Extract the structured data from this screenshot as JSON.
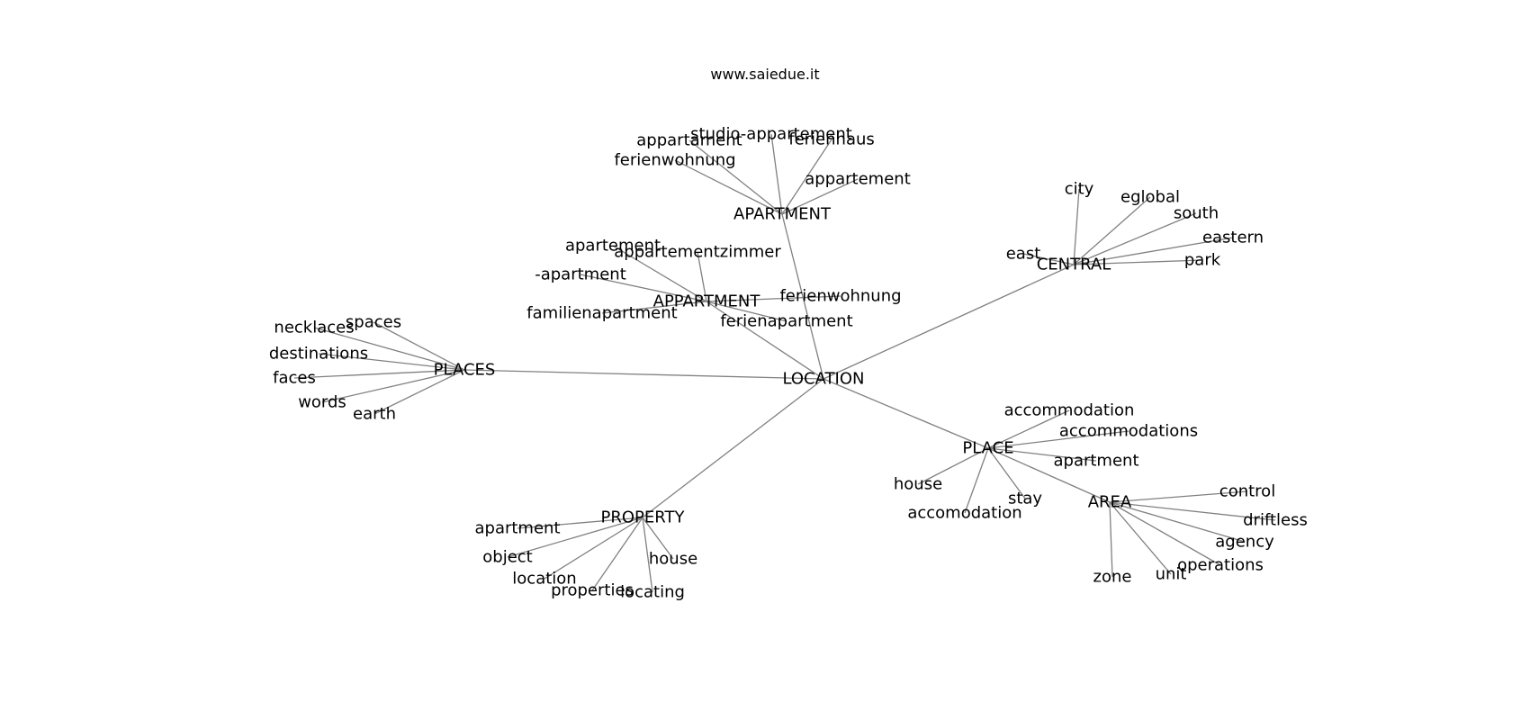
{
  "title": "www.saiedue.it",
  "colors": {
    "edge": "#808080",
    "text": "#000000",
    "background": "#ffffff"
  },
  "nodes": [
    {
      "id": "LOCATION",
      "label": "LOCATION"
    },
    {
      "id": "APARTMENT",
      "label": "APARTMENT"
    },
    {
      "id": "APPARTMENT",
      "label": "APPARTMENT"
    },
    {
      "id": "CENTRAL",
      "label": "CENTRAL"
    },
    {
      "id": "PLACES",
      "label": "PLACES"
    },
    {
      "id": "PLACE",
      "label": "PLACE"
    },
    {
      "id": "AREA",
      "label": "AREA"
    },
    {
      "id": "PROPERTY",
      "label": "PROPERTY"
    },
    {
      "id": "ap_studio",
      "label": "studio-appartement"
    },
    {
      "id": "ap_appartament",
      "label": "appartament"
    },
    {
      "id": "ap_ferienhaus",
      "label": "ferienhaus"
    },
    {
      "id": "ap_ferienwohnung",
      "label": "ferienwohnung"
    },
    {
      "id": "ap_appartement",
      "label": "appartement"
    },
    {
      "id": "app_apartement",
      "label": "apartement"
    },
    {
      "id": "app_zimmer",
      "label": "appartementzimmer"
    },
    {
      "id": "app_dash",
      "label": "-apartment"
    },
    {
      "id": "app_familien",
      "label": "familienapartment"
    },
    {
      "id": "app_ferienwohnung",
      "label": "ferienwohnung"
    },
    {
      "id": "app_ferienapartment",
      "label": "ferienapartment"
    },
    {
      "id": "c_city",
      "label": "city"
    },
    {
      "id": "c_eglobal",
      "label": "eglobal"
    },
    {
      "id": "c_south",
      "label": "south"
    },
    {
      "id": "c_eastern",
      "label": "eastern"
    },
    {
      "id": "c_east",
      "label": "east"
    },
    {
      "id": "c_park",
      "label": "park"
    },
    {
      "id": "p_necklaces",
      "label": "necklaces"
    },
    {
      "id": "p_spaces",
      "label": "spaces"
    },
    {
      "id": "p_destinations",
      "label": "destinations"
    },
    {
      "id": "p_faces",
      "label": "faces"
    },
    {
      "id": "p_words",
      "label": "words"
    },
    {
      "id": "p_earth",
      "label": "earth"
    },
    {
      "id": "pl_accommodation",
      "label": "accommodation"
    },
    {
      "id": "pl_accommodations",
      "label": "accommodations"
    },
    {
      "id": "pl_apartment",
      "label": "apartment"
    },
    {
      "id": "pl_house",
      "label": "house"
    },
    {
      "id": "pl_stay",
      "label": "stay"
    },
    {
      "id": "pl_accomodation",
      "label": "accomodation"
    },
    {
      "id": "ar_control",
      "label": "control"
    },
    {
      "id": "ar_driftless",
      "label": "driftless"
    },
    {
      "id": "ar_agency",
      "label": "agency"
    },
    {
      "id": "ar_operations",
      "label": "operations"
    },
    {
      "id": "ar_unit",
      "label": "unit"
    },
    {
      "id": "ar_zone",
      "label": "zone"
    },
    {
      "id": "pr_apartment",
      "label": "apartment"
    },
    {
      "id": "pr_object",
      "label": "object"
    },
    {
      "id": "pr_location",
      "label": "location"
    },
    {
      "id": "pr_properties",
      "label": "properties"
    },
    {
      "id": "pr_locating",
      "label": "locating"
    },
    {
      "id": "pr_house",
      "label": "house"
    }
  ],
  "edges": [
    [
      "LOCATION",
      "APARTMENT"
    ],
    [
      "LOCATION",
      "APPARTMENT"
    ],
    [
      "LOCATION",
      "CENTRAL"
    ],
    [
      "LOCATION",
      "PLACES"
    ],
    [
      "LOCATION",
      "PLACE"
    ],
    [
      "LOCATION",
      "PROPERTY"
    ],
    [
      "PLACE",
      "AREA"
    ],
    [
      "APARTMENT",
      "ap_studio"
    ],
    [
      "APARTMENT",
      "ap_appartament"
    ],
    [
      "APARTMENT",
      "ap_ferienhaus"
    ],
    [
      "APARTMENT",
      "ap_ferienwohnung"
    ],
    [
      "APARTMENT",
      "ap_appartement"
    ],
    [
      "APPARTMENT",
      "app_apartement"
    ],
    [
      "APPARTMENT",
      "app_zimmer"
    ],
    [
      "APPARTMENT",
      "app_dash"
    ],
    [
      "APPARTMENT",
      "app_familien"
    ],
    [
      "APPARTMENT",
      "app_ferienwohnung"
    ],
    [
      "APPARTMENT",
      "app_ferienapartment"
    ],
    [
      "CENTRAL",
      "c_city"
    ],
    [
      "CENTRAL",
      "c_eglobal"
    ],
    [
      "CENTRAL",
      "c_south"
    ],
    [
      "CENTRAL",
      "c_eastern"
    ],
    [
      "CENTRAL",
      "c_east"
    ],
    [
      "CENTRAL",
      "c_park"
    ],
    [
      "PLACES",
      "p_necklaces"
    ],
    [
      "PLACES",
      "p_spaces"
    ],
    [
      "PLACES",
      "p_destinations"
    ],
    [
      "PLACES",
      "p_faces"
    ],
    [
      "PLACES",
      "p_words"
    ],
    [
      "PLACES",
      "p_earth"
    ],
    [
      "PLACE",
      "pl_accommodation"
    ],
    [
      "PLACE",
      "pl_accommodations"
    ],
    [
      "PLACE",
      "pl_apartment"
    ],
    [
      "PLACE",
      "pl_house"
    ],
    [
      "PLACE",
      "pl_stay"
    ],
    [
      "PLACE",
      "pl_accomodation"
    ],
    [
      "AREA",
      "ar_control"
    ],
    [
      "AREA",
      "ar_driftless"
    ],
    [
      "AREA",
      "ar_agency"
    ],
    [
      "AREA",
      "ar_operations"
    ],
    [
      "AREA",
      "ar_unit"
    ],
    [
      "AREA",
      "ar_zone"
    ],
    [
      "PROPERTY",
      "pr_apartment"
    ],
    [
      "PROPERTY",
      "pr_object"
    ],
    [
      "PROPERTY",
      "pr_location"
    ],
    [
      "PROPERTY",
      "pr_properties"
    ],
    [
      "PROPERTY",
      "pr_locating"
    ],
    [
      "PROPERTY",
      "pr_house"
    ]
  ]
}
